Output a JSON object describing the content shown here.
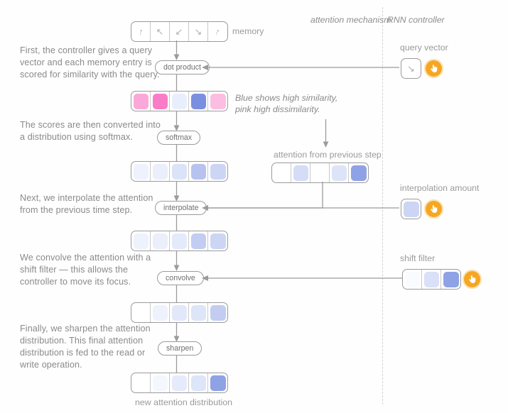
{
  "zones": {
    "attention_mechanism": "attention mechanism",
    "rnn_controller": "RNN controller"
  },
  "memory": {
    "label": "memory",
    "cells": [
      {
        "glyph": "↑",
        "rotate": 12,
        "name": "memory-cell-arrow-up"
      },
      {
        "glyph": "↖",
        "rotate": 0,
        "name": "memory-cell-arrow-up-left"
      },
      {
        "glyph": "↙",
        "rotate": 0,
        "name": "memory-cell-arrow-down-left"
      },
      {
        "glyph": "↘",
        "rotate": 0,
        "name": "memory-cell-arrow-down-right"
      },
      {
        "glyph": "↑",
        "rotate": 28,
        "name": "memory-cell-arrow-up-tilt"
      }
    ]
  },
  "steps": [
    {
      "id": "score",
      "text": "First, the controller gives a query vector and each memory entry is scored for similarity with the query.",
      "op_label": "dot product"
    },
    {
      "id": "softmax",
      "text": "The scores are then converted into a distribution using softmax.",
      "op_label": "softmax"
    },
    {
      "id": "interpolate",
      "text": "Next, we interpolate the attention from the previous time step.",
      "op_label": "interpolate"
    },
    {
      "id": "convolve",
      "text": "We convolve the attention with a shift filter — this allows the controller to move its focus.",
      "op_label": "convolve"
    },
    {
      "id": "sharpen",
      "text": "Finally, we sharpen the attention distribution. This final attention distribution is fed to the read or write operation.",
      "op_label": "sharpen"
    }
  ],
  "note": "Blue shows high similarity, pink high dissimilarity.",
  "vectors": {
    "similarity_scores": {
      "name": "similarity-scores-vector",
      "colors": [
        "#fba8d8",
        "#fb7cc6",
        "#e8eefb",
        "#7a8fe0",
        "#fcbde2"
      ]
    },
    "softmax_out": {
      "name": "softmax-output-vector",
      "colors": [
        "#eef2fc",
        "#eaeffb",
        "#dbe3f8",
        "#b7c3ee",
        "#ccd6f4"
      ]
    },
    "prev_attention": {
      "name": "previous-attention-vector",
      "label": "attention from previous step",
      "colors": [
        "#ffffff",
        "#d4dcf6",
        "#ffffff",
        "#dde4f8",
        "#8fa2e6"
      ]
    },
    "interpolated": {
      "name": "interpolated-attention-vector",
      "colors": [
        "#eef2fc",
        "#eaeffb",
        "#e4eafa",
        "#c2cdf1",
        "#ccd6f4"
      ]
    },
    "convolved": {
      "name": "convolved-attention-vector",
      "colors": [
        "#ffffff",
        "#eef2fc",
        "#e2e8fa",
        "#dde5f8",
        "#c2cdf1"
      ]
    },
    "final": {
      "name": "final-attention-vector",
      "colors": [
        "#ffffff",
        "#f4f7fd",
        "#e6ebfb",
        "#dde5f8",
        "#8fa2e6"
      ]
    },
    "query_vector": {
      "name": "query-vector",
      "label": "query vector",
      "glyph": "↘"
    },
    "interpolation_amount": {
      "name": "interpolation-amount-vector",
      "label": "interpolation amount",
      "colors": [
        "#ccd6f4"
      ]
    },
    "shift_filter": {
      "name": "shift-filter-vector",
      "label": "shift filter",
      "colors": [
        "#fafbfe",
        "#d9e0f7",
        "#8fa2e6"
      ]
    }
  },
  "bottom_caption": "new attention distribution",
  "colors": {
    "accent_orange": "#f5a623",
    "stroke_gray": "#9b9b9b",
    "text_gray": "#8a8a8a"
  }
}
